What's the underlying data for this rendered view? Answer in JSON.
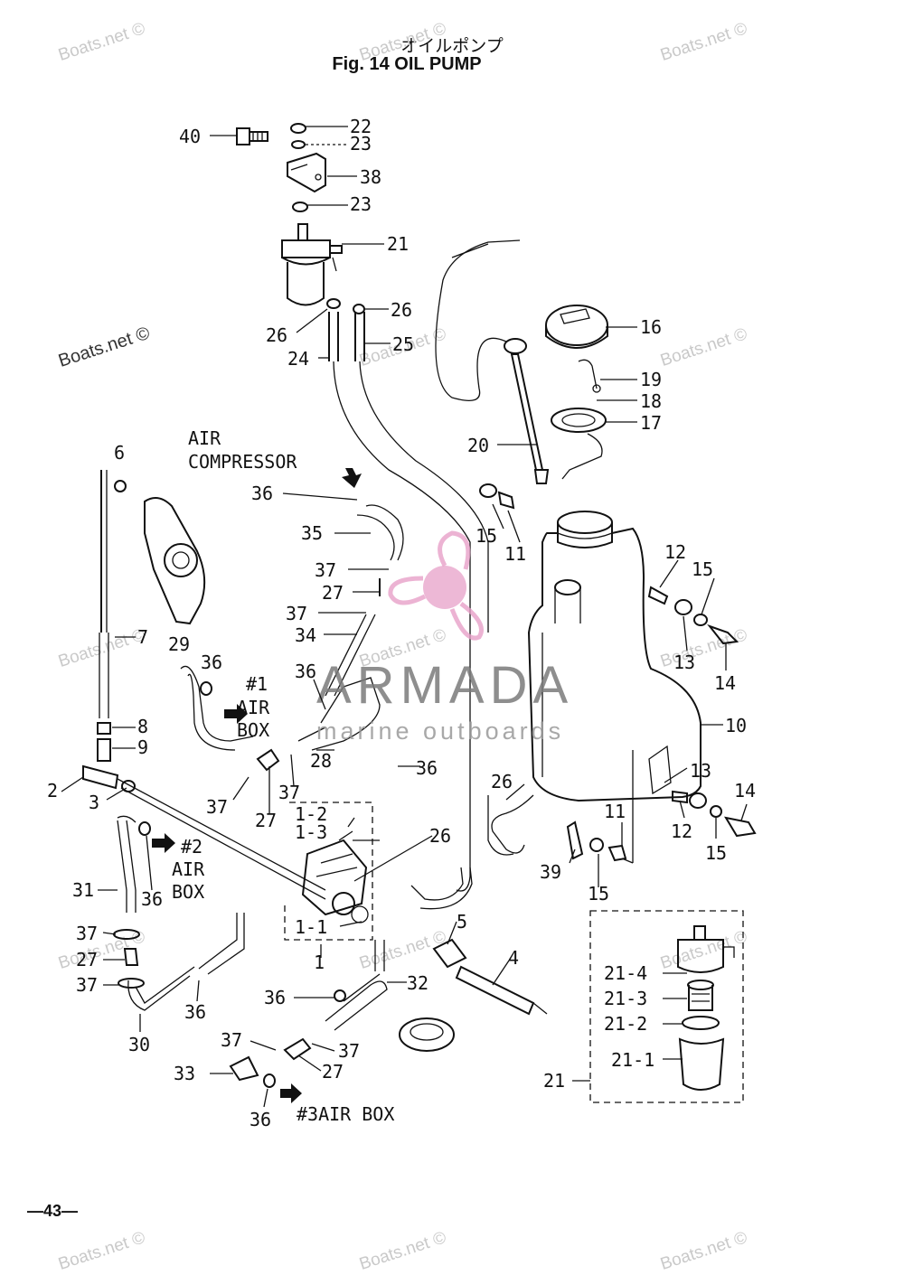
{
  "header": {
    "title_jp": "オイルポンプ",
    "title_en": "Fig. 14   OIL PUMP"
  },
  "watermarks": [
    "Boats.net ©"
  ],
  "brand": {
    "name": "ARMADA",
    "tagline": "marine outboards",
    "color": "#e7a0c8"
  },
  "page_number": "—43—",
  "callouts": {
    "c1": "1",
    "c1_1": "1-1",
    "c1_2": "1-2",
    "c1_3": "1-3",
    "c2": "2",
    "c3": "3",
    "c4": "4",
    "c5": "5",
    "c6": "6",
    "c7": "7",
    "c8": "8",
    "c9": "9",
    "c10": "10",
    "c11": "11",
    "c12": "12",
    "c13": "13",
    "c14": "14",
    "c15": "15",
    "c16": "16",
    "c17": "17",
    "c18": "18",
    "c19": "19",
    "c20": "20",
    "c21": "21",
    "c21_1": "21-1",
    "c21_2": "21-2",
    "c21_3": "21-3",
    "c21_4": "21-4",
    "c22": "22",
    "c23": "23",
    "c24": "24",
    "c25": "25",
    "c26": "26",
    "c27": "27",
    "c28": "28",
    "c29": "29",
    "c30": "30",
    "c31": "31",
    "c32": "32",
    "c33": "33",
    "c34": "34",
    "c35": "35",
    "c36": "36",
    "c37": "37",
    "c38": "38",
    "c39": "39",
    "c40": "40"
  },
  "notes": {
    "air_compressor_1": "AIR",
    "air_compressor_2": "COMPRESSOR",
    "air_box_1_a": "#1",
    "air_box_1_b": "AIR",
    "air_box_1_c": "BOX",
    "air_box_2_a": "#2",
    "air_box_2_b": "AIR",
    "air_box_2_c": "BOX",
    "air_box_3": "#3AIR BOX"
  }
}
